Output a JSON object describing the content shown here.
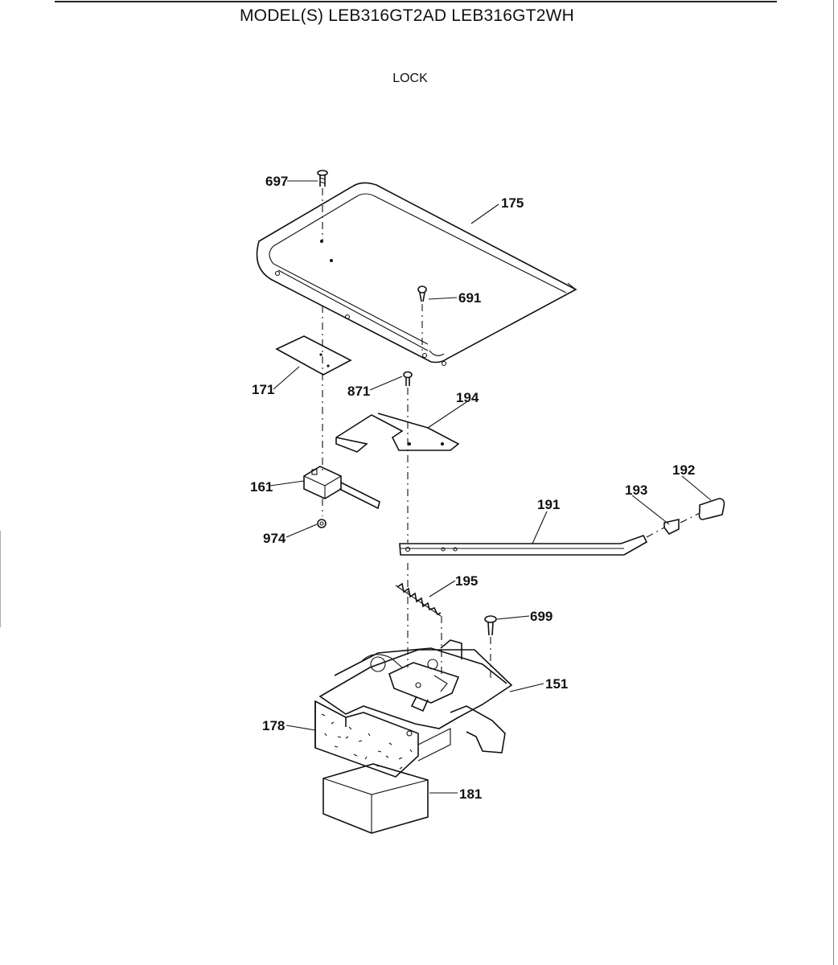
{
  "header": {
    "models": "MODEL(S) LEB316GT2AD  LEB316GT2WH",
    "section": "LOCK"
  },
  "callouts": {
    "p697": "697",
    "p175": "175",
    "p691": "691",
    "p171": "171",
    "p871": "871",
    "p194": "194",
    "p192": "192",
    "p193": "193",
    "p191": "191",
    "p161": "161",
    "p974": "974",
    "p195": "195",
    "p699": "699",
    "p151": "151",
    "p178": "178",
    "p181": "181"
  }
}
